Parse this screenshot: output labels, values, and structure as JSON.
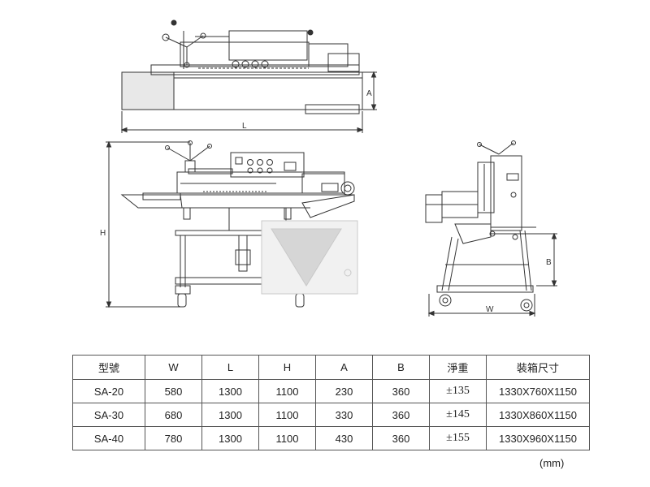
{
  "dimension_labels": {
    "length": "L",
    "height": "H",
    "width": "W",
    "a": "A",
    "b": "B"
  },
  "table": {
    "headers": [
      "型號",
      "W",
      "L",
      "H",
      "A",
      "B",
      "淨重",
      "裝箱尺寸"
    ],
    "rows": [
      [
        "SA-20",
        "580",
        "1300",
        "1100",
        "230",
        "360",
        "±135",
        "1330X760X1150"
      ],
      [
        "SA-30",
        "680",
        "1300",
        "1100",
        "330",
        "360",
        "±145",
        "1330X860X1150"
      ],
      [
        "SA-40",
        "780",
        "1300",
        "1100",
        "430",
        "360",
        "±155",
        "1330X960X1150"
      ]
    ]
  },
  "unit_note": "(mm)",
  "colors": {
    "line": "#333333",
    "watermark": "#c9c9c9"
  }
}
